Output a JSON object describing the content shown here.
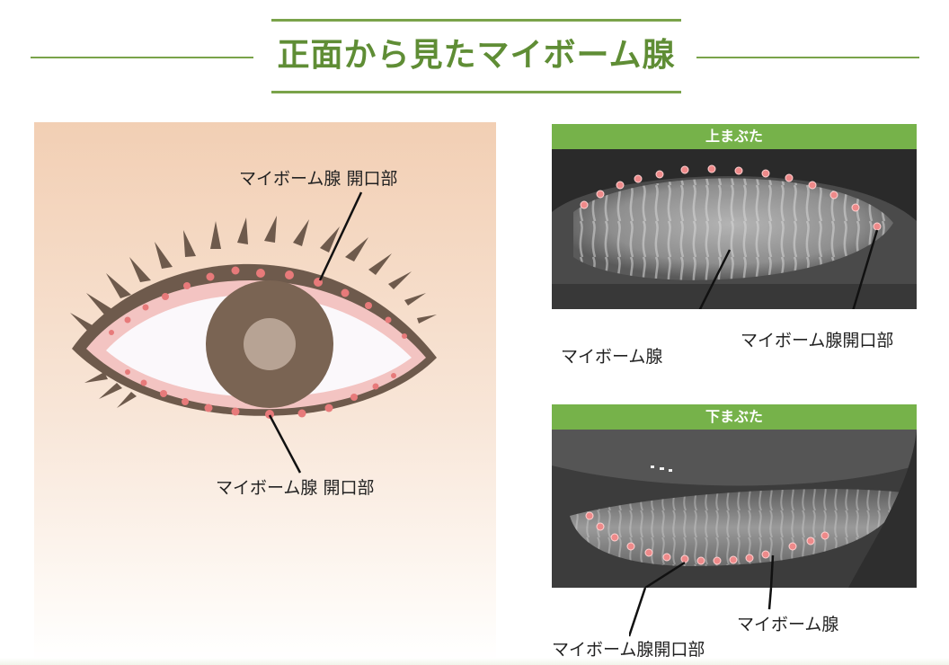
{
  "title": "正面から見たマイボーム腺",
  "colors": {
    "accent_green": "#7aa34a",
    "header_green": "#76b24a",
    "gland_dot": "#e77a7a",
    "eye_outline": "#6e5a4c",
    "iris": "#7a6453",
    "pupil": "#b7a394"
  },
  "illustration": {
    "label_upper": "マイボーム腺 開口部",
    "label_lower": "マイボーム腺 開口部"
  },
  "upper_photo": {
    "header": "上まぶた",
    "label_gland": "マイボーム腺",
    "label_opening": "マイボーム腺開口部"
  },
  "lower_photo": {
    "header": "下まぶた",
    "label_gland": "マイボーム腺",
    "label_opening": "マイボーム腺開口部"
  }
}
